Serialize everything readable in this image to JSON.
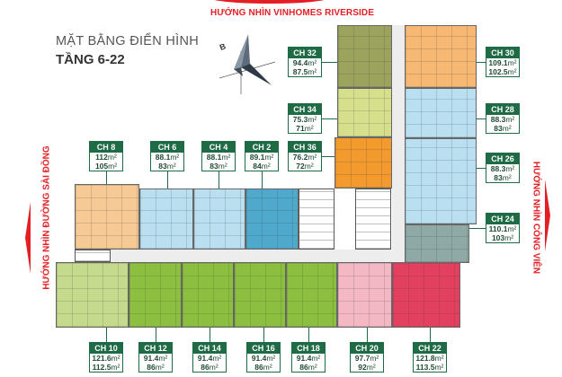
{
  "header": {
    "view_top": "HƯỚNG NHÌN VINHOMES RIVERSIDE",
    "title": "MẶT BẰNG ĐIỂN HÌNH",
    "floors": "TẦNG 6-22"
  },
  "views": {
    "left": "HƯỚNG NHÌN ĐƯỜNG SÀI ĐỒNG",
    "right": "HƯỚNG NHÌN CÔNG VIÊN"
  },
  "area_unit": "m²",
  "colors": {
    "accent_red": "#e31e24",
    "label_green": "#1e6b45"
  },
  "apartments": [
    {
      "name": "CH 32",
      "area_gross": "94.4",
      "area_net": "87.5",
      "color": "#9ba35c"
    },
    {
      "name": "CH 34",
      "area_gross": "75.3",
      "area_net": "71",
      "color": "#d5df8c"
    },
    {
      "name": "CH 36",
      "area_gross": "76.2",
      "area_net": "72",
      "color": "#f29a2e"
    },
    {
      "name": "CH 30",
      "area_gross": "109.1",
      "area_net": "102.5",
      "color": "#f6b873"
    },
    {
      "name": "CH 28",
      "area_gross": "88.3",
      "area_net": "83",
      "color": "#b9dff0"
    },
    {
      "name": "CH 26",
      "area_gross": "88.3",
      "area_net": "83",
      "color": "#b9dff0"
    },
    {
      "name": "CH 24",
      "area_gross": "110.1",
      "area_net": "103",
      "color": "#8ea9a6"
    },
    {
      "name": "CH 8",
      "area_gross": "112",
      "area_net": "105",
      "color": "#f7c994"
    },
    {
      "name": "CH 6",
      "area_gross": "88.1",
      "area_net": "83",
      "color": "#b9dff0"
    },
    {
      "name": "CH 4",
      "area_gross": "88.1",
      "area_net": "83",
      "color": "#b9dff0"
    },
    {
      "name": "CH 2",
      "area_gross": "89.1",
      "area_net": "84",
      "color": "#4ea9cc"
    },
    {
      "name": "CH 10",
      "area_gross": "121.6",
      "area_net": "112.5",
      "color": "#c5da8c"
    },
    {
      "name": "CH 12",
      "area_gross": "91.4",
      "area_net": "86",
      "color": "#8cbf3f"
    },
    {
      "name": "CH 14",
      "area_gross": "91.4",
      "area_net": "86",
      "color": "#8cbf3f"
    },
    {
      "name": "CH 16",
      "area_gross": "91.4",
      "area_net": "86",
      "color": "#8cbf3f"
    },
    {
      "name": "CH 18",
      "area_gross": "91.4",
      "area_net": "86",
      "color": "#8cbf3f"
    },
    {
      "name": "CH 20",
      "area_gross": "97.7",
      "area_net": "92",
      "color": "#f4b8c4"
    },
    {
      "name": "CH 22",
      "area_gross": "121.8",
      "area_net": "113.5",
      "color": "#e2405e"
    }
  ]
}
